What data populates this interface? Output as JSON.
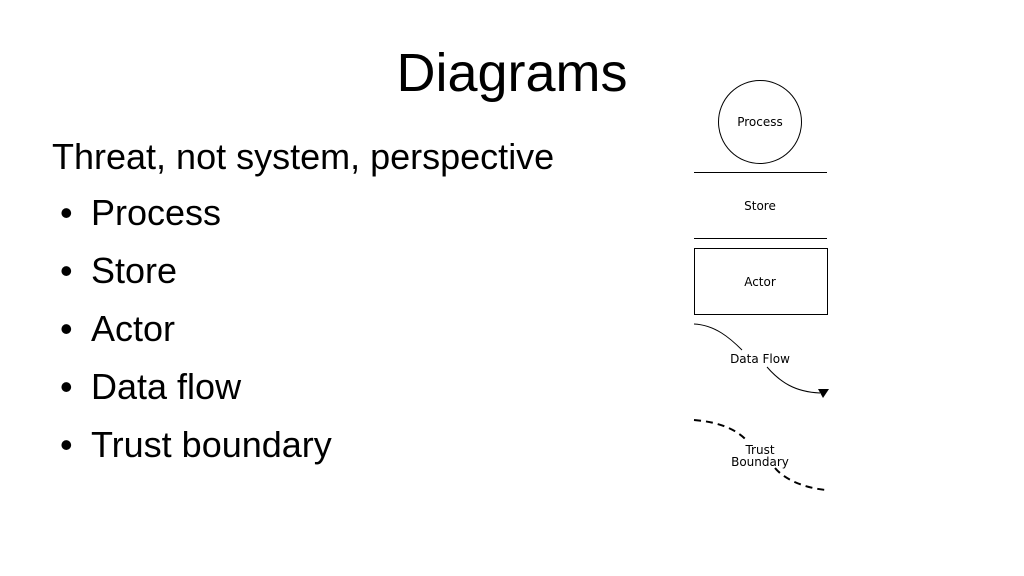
{
  "slide": {
    "title": "Diagrams",
    "subtitle": "Threat, not system, perspective",
    "bullet_glyph": "•",
    "bullets": [
      "Process",
      "Store",
      "Actor",
      "Data flow",
      "Trust boundary"
    ]
  },
  "legend": {
    "process_label": "Process",
    "store_label": "Store",
    "actor_label": "Actor",
    "data_flow_label": "Data Flow",
    "trust_boundary_label_line1": "Trust",
    "trust_boundary_label_line2": "Boundary"
  }
}
